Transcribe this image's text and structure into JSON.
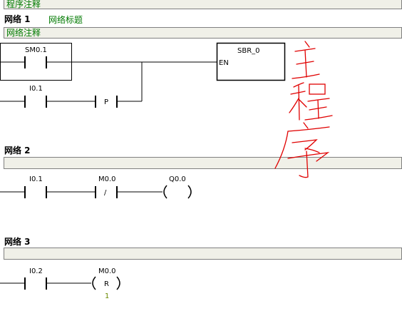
{
  "program_comment": "程序注释",
  "networks": [
    {
      "label": "网络 1",
      "title": "网络标题",
      "comment": "网络注释",
      "contacts": {
        "sm": "SM0.1",
        "in": "I0.1",
        "p": "P"
      },
      "box": {
        "name": "SBR_0",
        "en": "EN"
      }
    },
    {
      "label": "网络 2",
      "contacts": {
        "in": "I0.1",
        "m": "M0.0",
        "neg": "/"
      },
      "coil": {
        "name": "Q0.0"
      }
    },
    {
      "label": "网络 3",
      "contacts": {
        "in": "I0.2"
      },
      "coil": {
        "name": "M0.0",
        "type": "R",
        "count": "1"
      }
    }
  ],
  "handwriting": "主程序",
  "colors": {
    "comment_text": "#007a00",
    "annotation": "#e00000",
    "bar_bg": "#f0f0e8"
  }
}
